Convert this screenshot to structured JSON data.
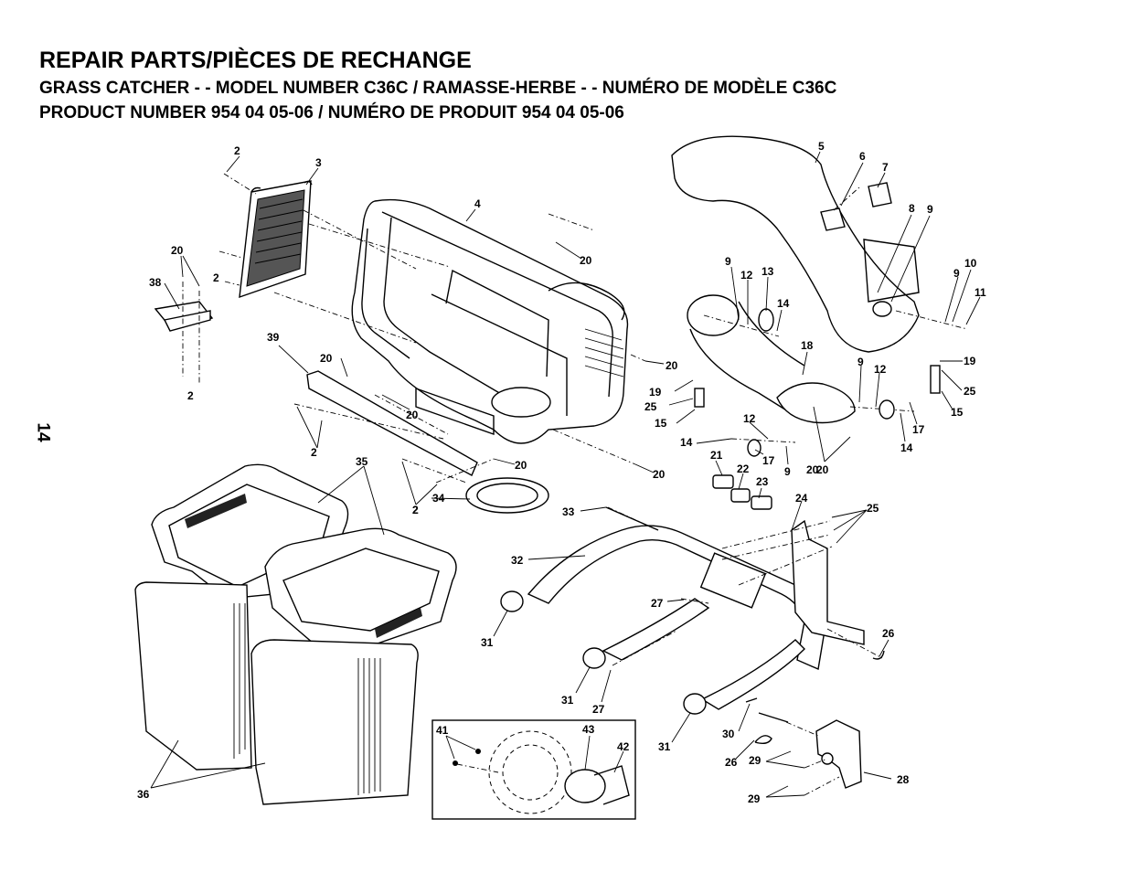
{
  "header": {
    "title": "REPAIR PARTS/PIÈCES DE RECHANGE",
    "subtitle_model": "GRASS CATCHER - - MODEL NUMBER  C36C / RAMASSE-HERBE - - NUMÉRO DE MODÈLE C36C",
    "subtitle_product": "PRODUCT NUMBER 954 04 05-06 / NUMÉRO DE PRODUIT 954 04 05-06"
  },
  "page_number": "14",
  "callouts": [
    "2",
    "3",
    "20",
    "38",
    "2",
    "2",
    "4",
    "20",
    "5",
    "6",
    "7",
    "8",
    "9",
    "9",
    "12",
    "13",
    "14",
    "10",
    "9",
    "11",
    "39",
    "20",
    "20",
    "2",
    "20",
    "19",
    "25",
    "15",
    "18",
    "9",
    "12",
    "19",
    "25",
    "15",
    "20",
    "2",
    "20",
    "20",
    "12",
    "14",
    "17",
    "9",
    "20",
    "17",
    "14",
    "21",
    "22",
    "23",
    "35",
    "34",
    "2",
    "33",
    "24",
    "25",
    "32",
    "27",
    "31",
    "26",
    "31",
    "27",
    "31",
    "30",
    "26",
    "29",
    "28",
    "29",
    "41",
    "43",
    "42",
    "36"
  ]
}
